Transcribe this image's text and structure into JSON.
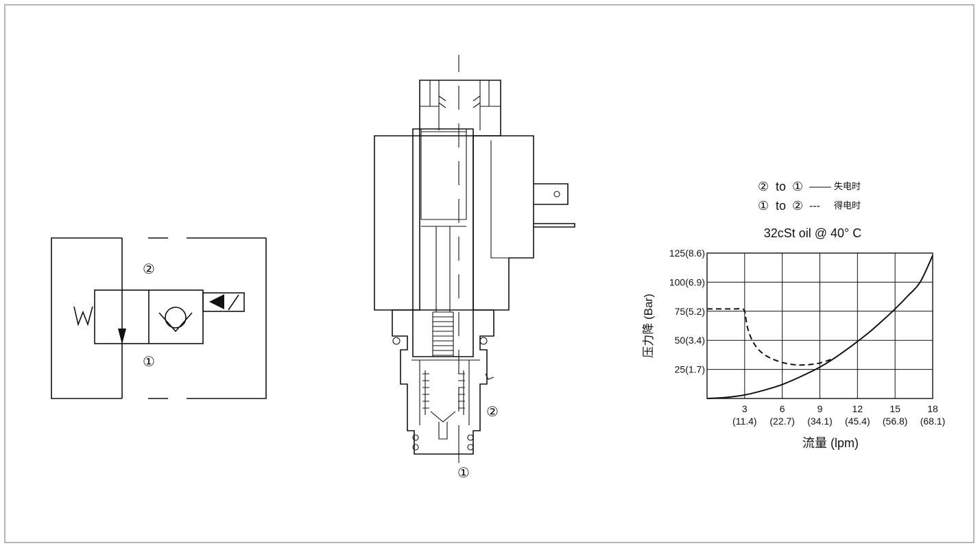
{
  "symbol": {
    "port_top": "②",
    "port_bottom": "①"
  },
  "cutaway": {
    "port_side": "②",
    "port_bottom": "①"
  },
  "chart_data": {
    "type": "line",
    "legend": [
      {
        "port_from": "②",
        "to": "to",
        "port_to": "①",
        "style": "——",
        "name": "失电时"
      },
      {
        "port_from": "①",
        "to": "to",
        "port_to": "②",
        "style": "---",
        "name": "得电时"
      }
    ],
    "subtitle": "32cSt oil @ 40°  C",
    "xlabel": "流量 (lpm)",
    "ylabel": "压力降 (Bar)",
    "x_ticks": [
      {
        "value": 3,
        "line1": "3",
        "line2": "(11.4)"
      },
      {
        "value": 6,
        "line1": "6",
        "line2": "(22.7)"
      },
      {
        "value": 9,
        "line1": "9",
        "line2": "(34.1)"
      },
      {
        "value": 12,
        "line1": "12",
        "line2": "(45.4)"
      },
      {
        "value": 15,
        "line1": "15",
        "line2": "(56.8)"
      },
      {
        "value": 18,
        "line1": "18",
        "line2": "(68.1)"
      }
    ],
    "y_ticks": [
      {
        "value": 25,
        "label": "25(1.7)"
      },
      {
        "value": 50,
        "label": "50(3.4)"
      },
      {
        "value": 75,
        "label": "75(5.2)"
      },
      {
        "value": 100,
        "label": "100(6.9)"
      },
      {
        "value": 125,
        "label": "125(8.6)"
      }
    ],
    "xlim": [
      0,
      18
    ],
    "ylim": [
      0,
      125
    ],
    "grid": true,
    "series": [
      {
        "name": "失电时",
        "style": "solid",
        "x": [
          0,
          1,
          2,
          3,
          4,
          5,
          6,
          7,
          8,
          9,
          10,
          11,
          12,
          13,
          14,
          15,
          16,
          17,
          18
        ],
        "y": [
          0,
          0.5,
          1.5,
          3,
          5.5,
          8.5,
          12,
          16.5,
          21.5,
          27,
          33.5,
          41,
          49,
          57.5,
          67,
          77,
          88,
          100,
          123
        ]
      },
      {
        "name": "得电时",
        "style": "dashed",
        "x": [
          0,
          2,
          2.7,
          3.0,
          3.2,
          3.6,
          4.2,
          5.0,
          6.0,
          7.0,
          8.0,
          9.0,
          10.0
        ],
        "y": [
          77,
          77,
          77,
          75,
          62,
          50,
          41,
          35,
          31,
          29,
          29,
          30.5,
          34
        ]
      }
    ]
  }
}
